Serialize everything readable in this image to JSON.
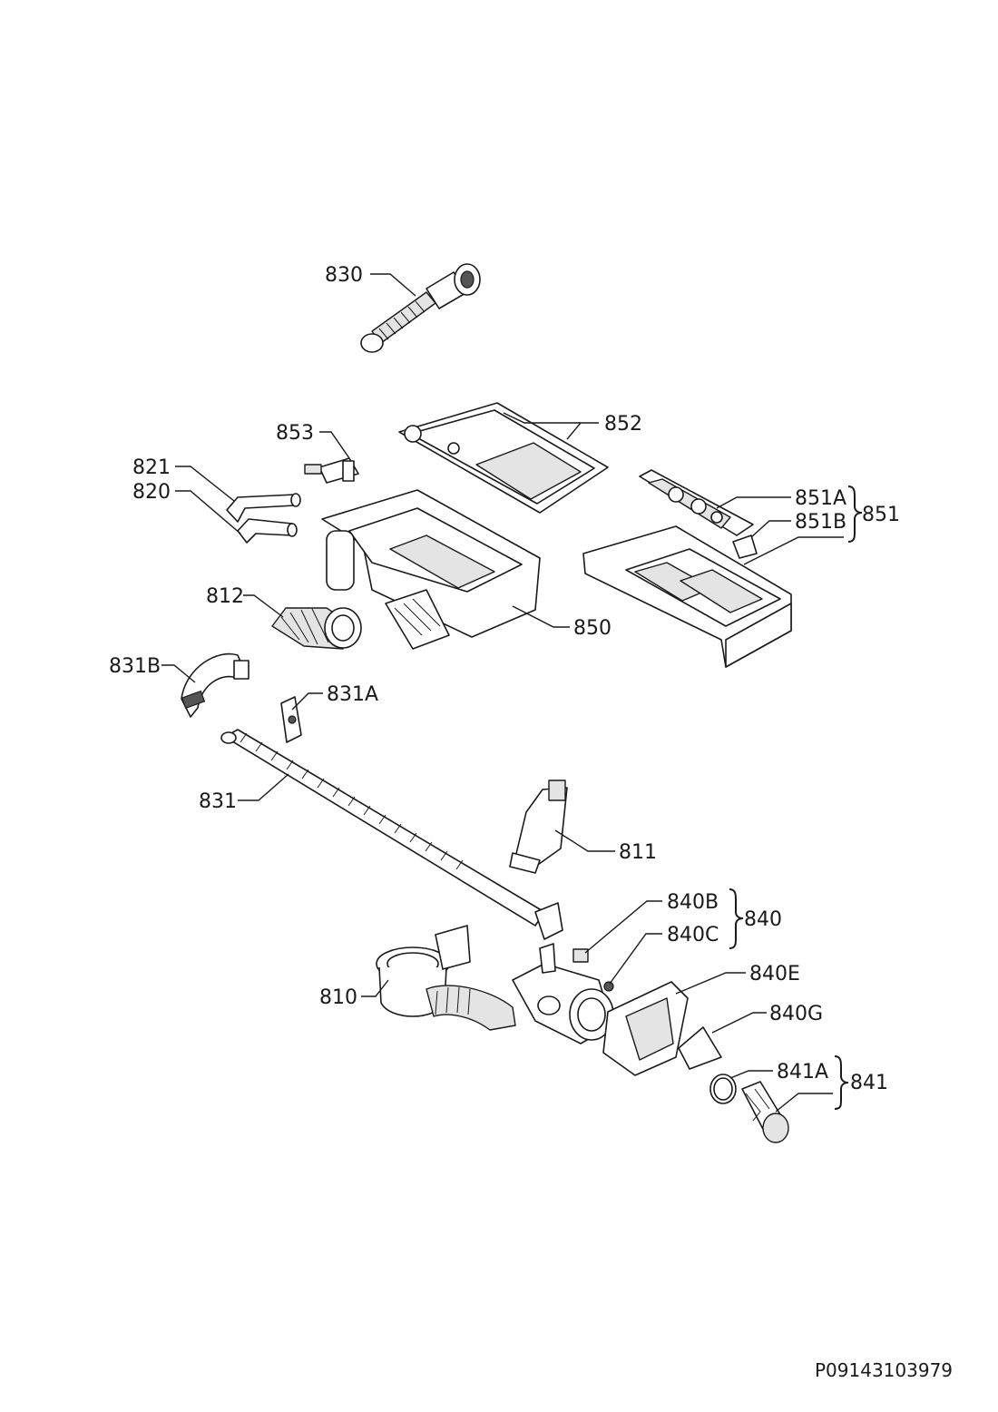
{
  "labels": {
    "p830": "830",
    "p852": "852",
    "p853": "853",
    "p821": "821",
    "p820": "820",
    "p851A": "851A",
    "p851B": "851B",
    "p851": "851",
    "p812": "812",
    "p850": "850",
    "p831B": "831B",
    "p831A": "831A",
    "p831": "831",
    "p811": "811",
    "p840B": "840B",
    "p840C": "840C",
    "p840": "840",
    "p840E": "840E",
    "p840G": "840G",
    "p810": "810",
    "p841A": "841A",
    "p841": "841"
  },
  "document_code": "P09143103979"
}
